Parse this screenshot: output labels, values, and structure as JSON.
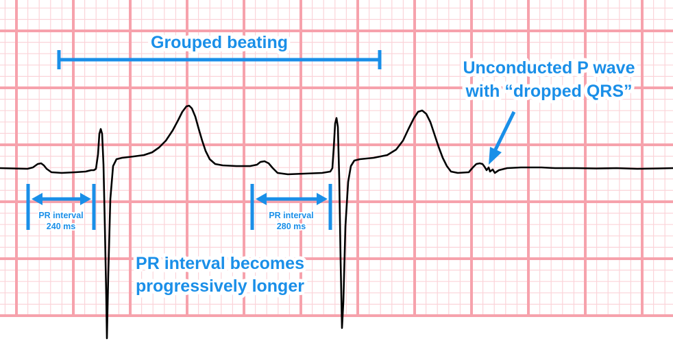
{
  "labels": {
    "grouped_beating": "Grouped beating",
    "unconducted_line1": "Unconducted P wave",
    "unconducted_line2": "with “dropped QRS”",
    "pr1_line1": "PR interval",
    "pr1_line2": "240 ms",
    "pr2_line1": "PR interval",
    "pr2_line2": "280 ms",
    "progressive_line1": "PR interval becomes",
    "progressive_line2": "progressively longer"
  },
  "colors": {
    "grid_minor": "#fbd4d9",
    "grid_major": "#f6a2ac",
    "trace": "#000000",
    "annotation": "#1a8fe8",
    "background": "#ffffff"
  }
}
